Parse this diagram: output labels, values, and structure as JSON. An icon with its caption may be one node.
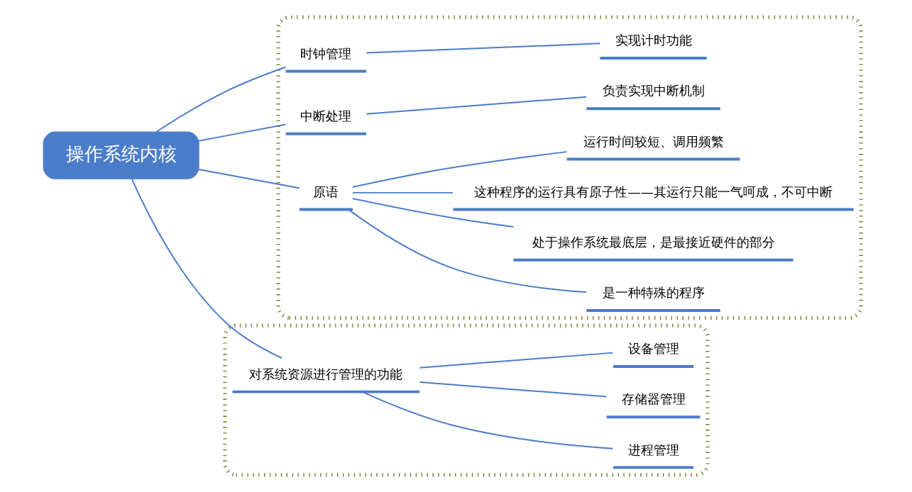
{
  "diagram": {
    "nodes": [
      {
        "text": [
          "操作系统内核"
        ]
      },
      {
        "text": [],
        "shape": "box"
      },
      {
        "text": [
          "时钟管理"
        ],
        "in": 1
      },
      {
        "text": [
          "实现计时功能"
        ],
        "in": 1
      },
      {
        "text": [
          "中断处理"
        ],
        "in": 1
      },
      {
        "text": [
          "负责实现中断机制"
        ],
        "in": 1
      },
      {
        "text": [
          "原语"
        ],
        "in": 1
      },
      {
        "text": [
          "是一种特殊的程序"
        ],
        "in": 1
      },
      {
        "text": [
          "处于操作系统最底层，是最接近硬件的部分"
        ],
        "in": 1
      },
      {
        "text": [
          "这种程序的运行具有原子性——其运行只能一气呵成，不可中断"
        ],
        "in": 1
      },
      {
        "text": [
          "运行时间较短、调用频繁"
        ],
        "in": 1
      },
      {
        "text": [],
        "shape": "box"
      },
      {
        "text": [
          "对系统资源进行管理的功能"
        ],
        "in": 11
      },
      {
        "text": [
          "进程管理"
        ],
        "in": 11
      },
      {
        "text": [
          "存储器管理"
        ],
        "in": 11
      },
      {
        "text": [
          "设备管理"
        ],
        "in": 11
      }
    ],
    "edges": [
      {
        "from": 0,
        "to": 2,
        "arrow": "none"
      },
      {
        "from": 0,
        "to": 4,
        "arrow": "none"
      },
      {
        "from": 0,
        "to": 6,
        "arrow": "none"
      },
      {
        "from": 0,
        "to": 12,
        "arrow": "none"
      },
      {
        "from": 2,
        "to": 3,
        "arrow": "none"
      },
      {
        "from": 4,
        "to": 5,
        "arrow": "none"
      },
      {
        "from": 6,
        "to": 7,
        "arrow": "none"
      },
      {
        "from": 6,
        "to": 8,
        "arrow": "none"
      },
      {
        "from": 6,
        "to": 9,
        "arrow": "none"
      },
      {
        "from": 6,
        "to": 10,
        "arrow": "none"
      },
      {
        "from": 12,
        "to": 13,
        "arrow": "none"
      },
      {
        "from": 12,
        "to": 14,
        "arrow": "none"
      },
      {
        "from": 12,
        "to": 15,
        "arrow": "none"
      }
    ]
  }
}
